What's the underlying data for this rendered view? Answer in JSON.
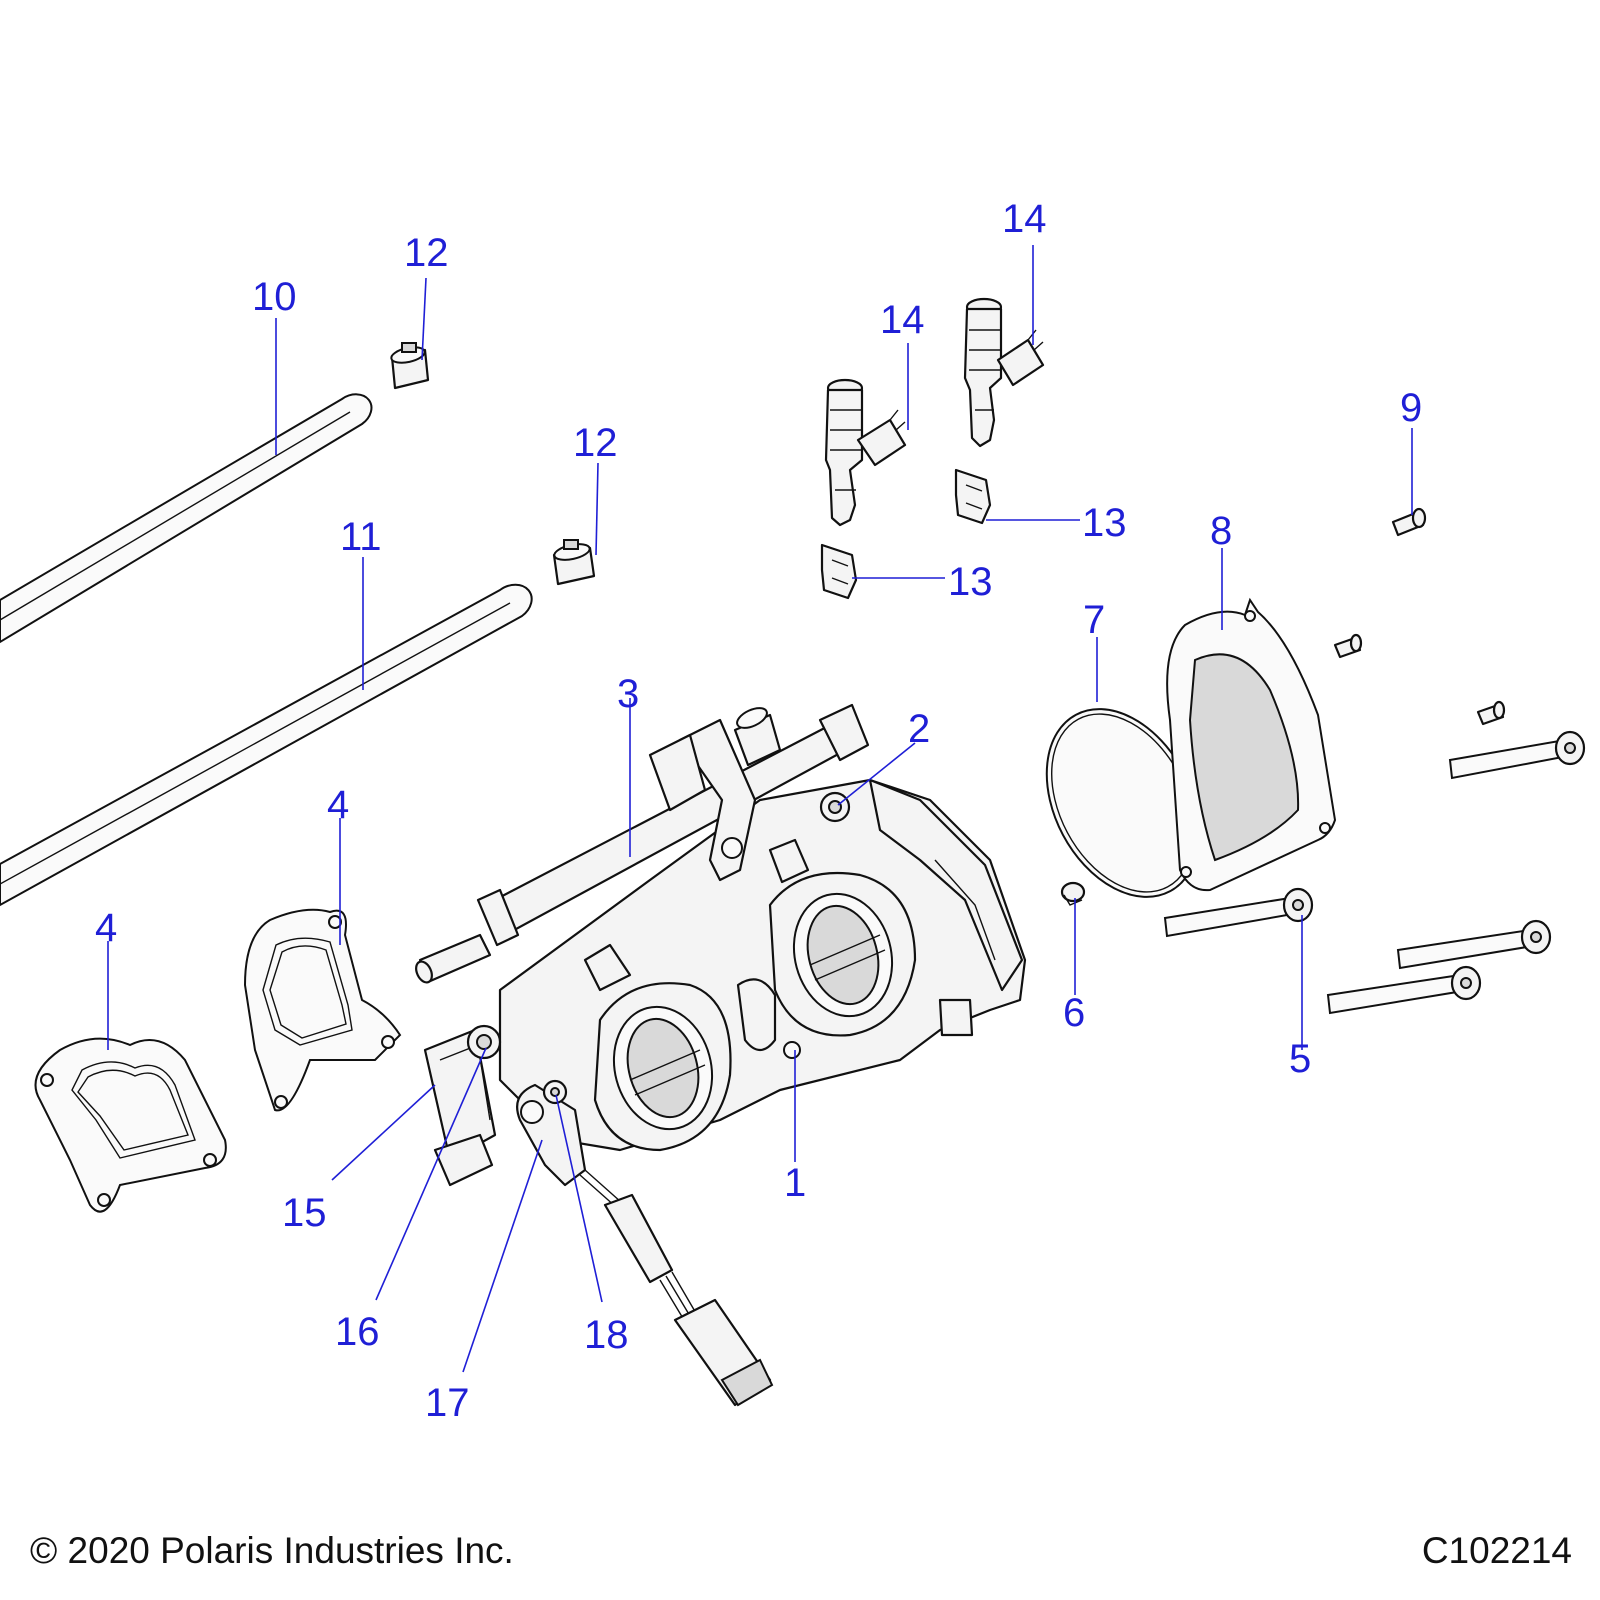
{
  "callouts": {
    "c1": "1",
    "c2": "2",
    "c3": "3",
    "c4a": "4",
    "c4b": "4",
    "c5": "5",
    "c6": "6",
    "c7": "7",
    "c8": "8",
    "c9": "9",
    "c10": "10",
    "c11": "11",
    "c12a": "12",
    "c12b": "12",
    "c13a": "13",
    "c13b": "13",
    "c14a": "14",
    "c14b": "14",
    "c15": "15",
    "c16": "16",
    "c17": "17",
    "c18": "18"
  },
  "footer": {
    "copyright": "© 2020 Polaris Industries Inc.",
    "drawing_id": "C102214"
  },
  "colors": {
    "callout": "#1f1fd6",
    "line": "#111111",
    "background": "#ffffff"
  }
}
